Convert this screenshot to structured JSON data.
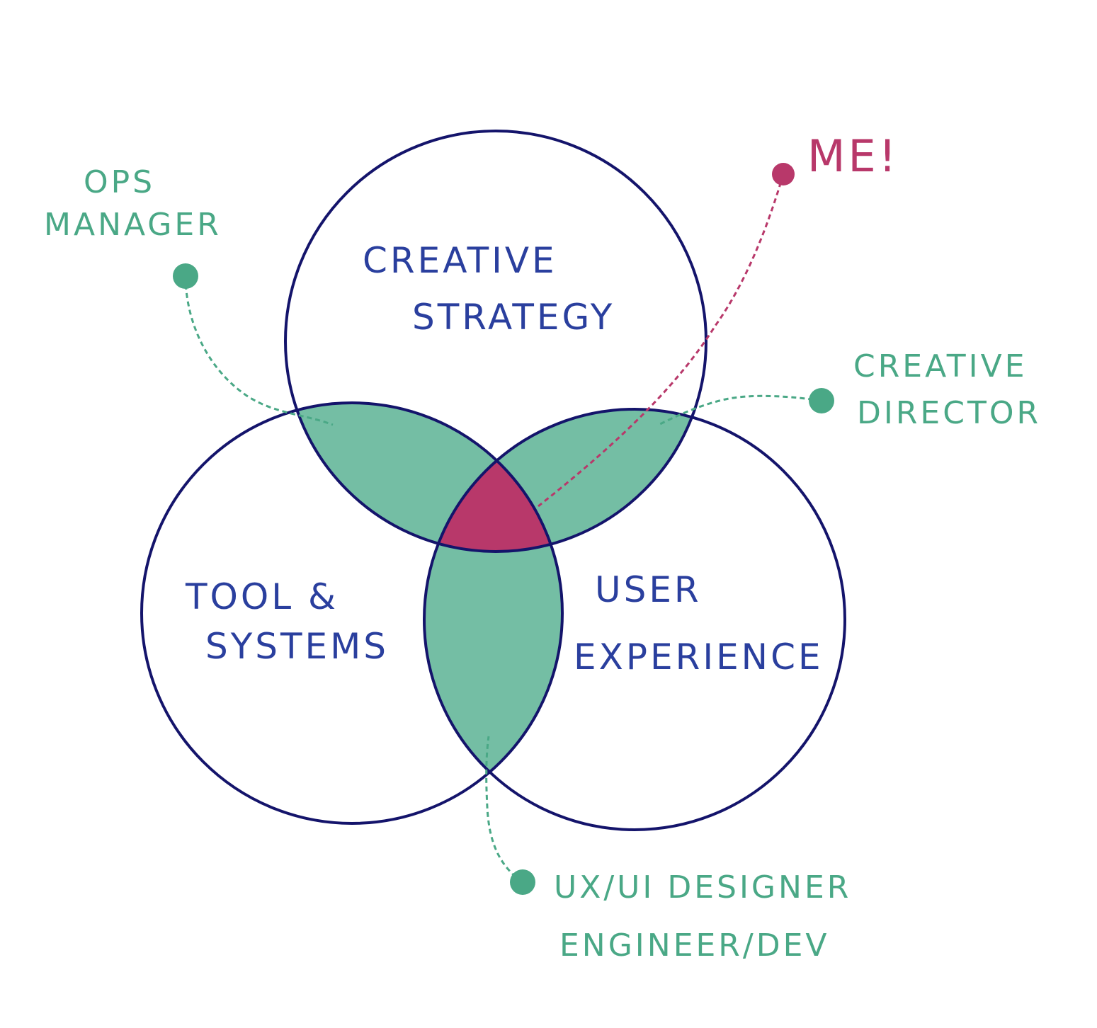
{
  "circles": [
    {
      "id": "creative-strategy",
      "lines": [
        "CREATIVE",
        "STRATEGY"
      ]
    },
    {
      "id": "tool-systems",
      "lines": [
        "TOOL &",
        "SYSTEMS"
      ]
    },
    {
      "id": "user-experience",
      "lines": [
        "USER",
        "EXPERIENCE"
      ]
    }
  ],
  "roles": {
    "ops_manager": [
      "OPS",
      "MANAGER"
    ],
    "creative_director": [
      "CREATIVE",
      "DIRECTOR"
    ],
    "ux_ui": [
      "UX/UI DESIGNER",
      "ENGINEER/DEV"
    ],
    "me": "ME!"
  },
  "colors": {
    "outline": "#14146b",
    "circle_label": "#2a3f9e",
    "overlap_fill": "#5cb394",
    "role_label": "#4aa886",
    "center_fill": "#b8386a"
  }
}
